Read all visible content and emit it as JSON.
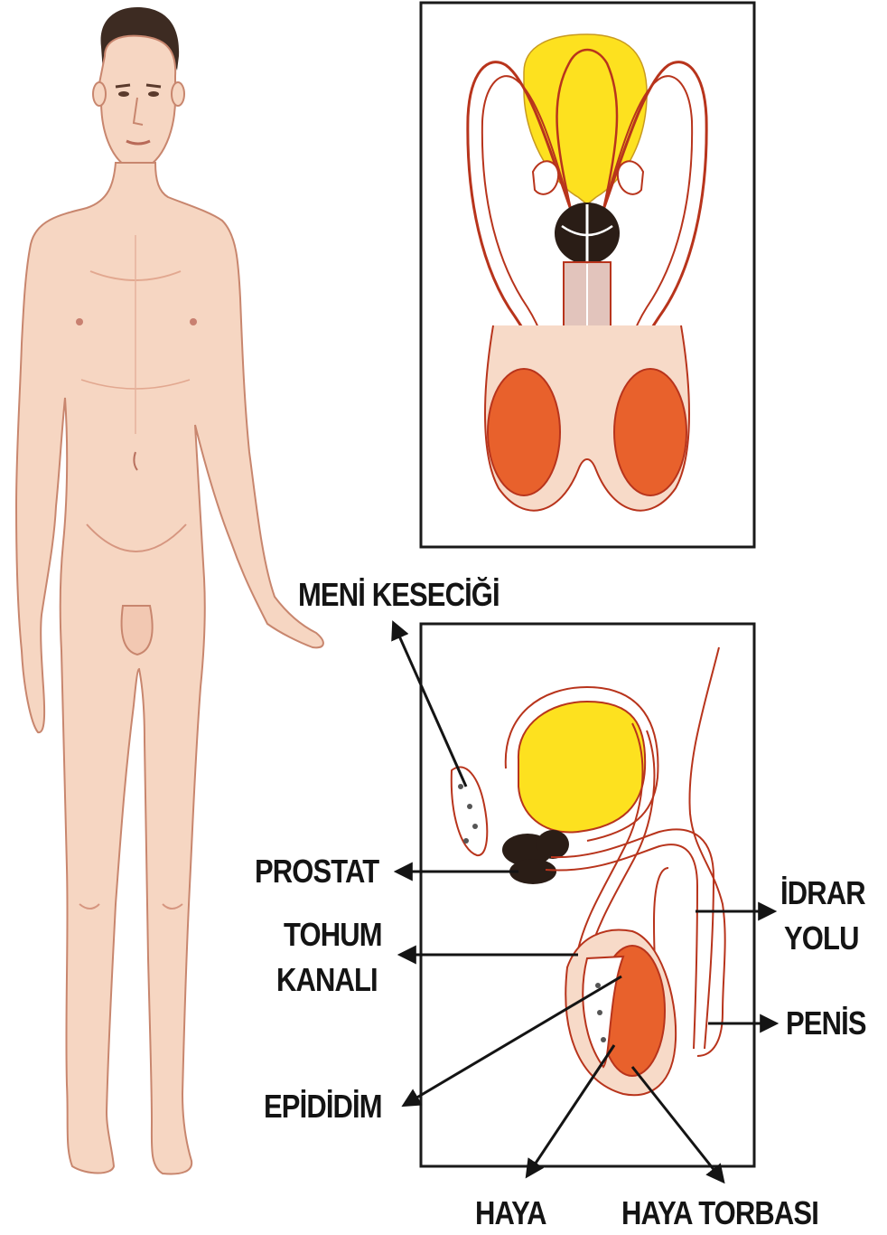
{
  "labels": {
    "meni_kesecigi": "MENİ KESECİĞİ",
    "prostat": "PROSTAT",
    "tohum_line1": "TOHUM",
    "tohum_line2": "KANALI",
    "epididim": "EPİDİDİM",
    "haya": "HAYA",
    "haya_torbasi": "HAYA TORBASI",
    "idrar_line1": "İDRAR",
    "idrar_line2": "YOLU",
    "penis": "PENİS"
  },
  "colors": {
    "skin": "#f6d6c2",
    "skin_outline": "#c8866e",
    "bladder": "#fde11f",
    "testis": "#e8612c",
    "prostate": "#2a1d16",
    "duct_outline": "#b8341c",
    "label_text": "#141414"
  }
}
